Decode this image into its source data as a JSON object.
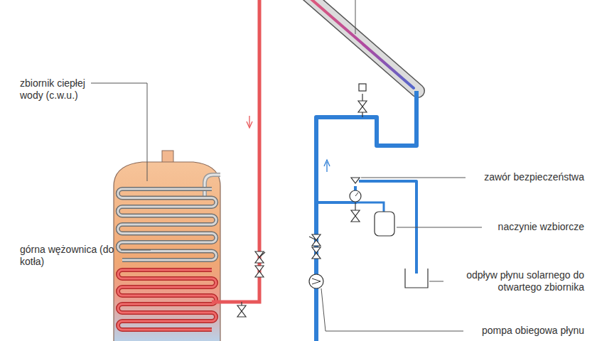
{
  "diagram": {
    "labels": [
      "zbiornik ciepłej wody (c.w.u.)",
      "górna wężownica (do kotła)",
      "zawór bezpieczeństwa",
      "naczynie wzbiorcze",
      "odpływ płynu solarnego do otwartego zbiornika",
      "pompa obiegowa płynu"
    ]
  }
}
